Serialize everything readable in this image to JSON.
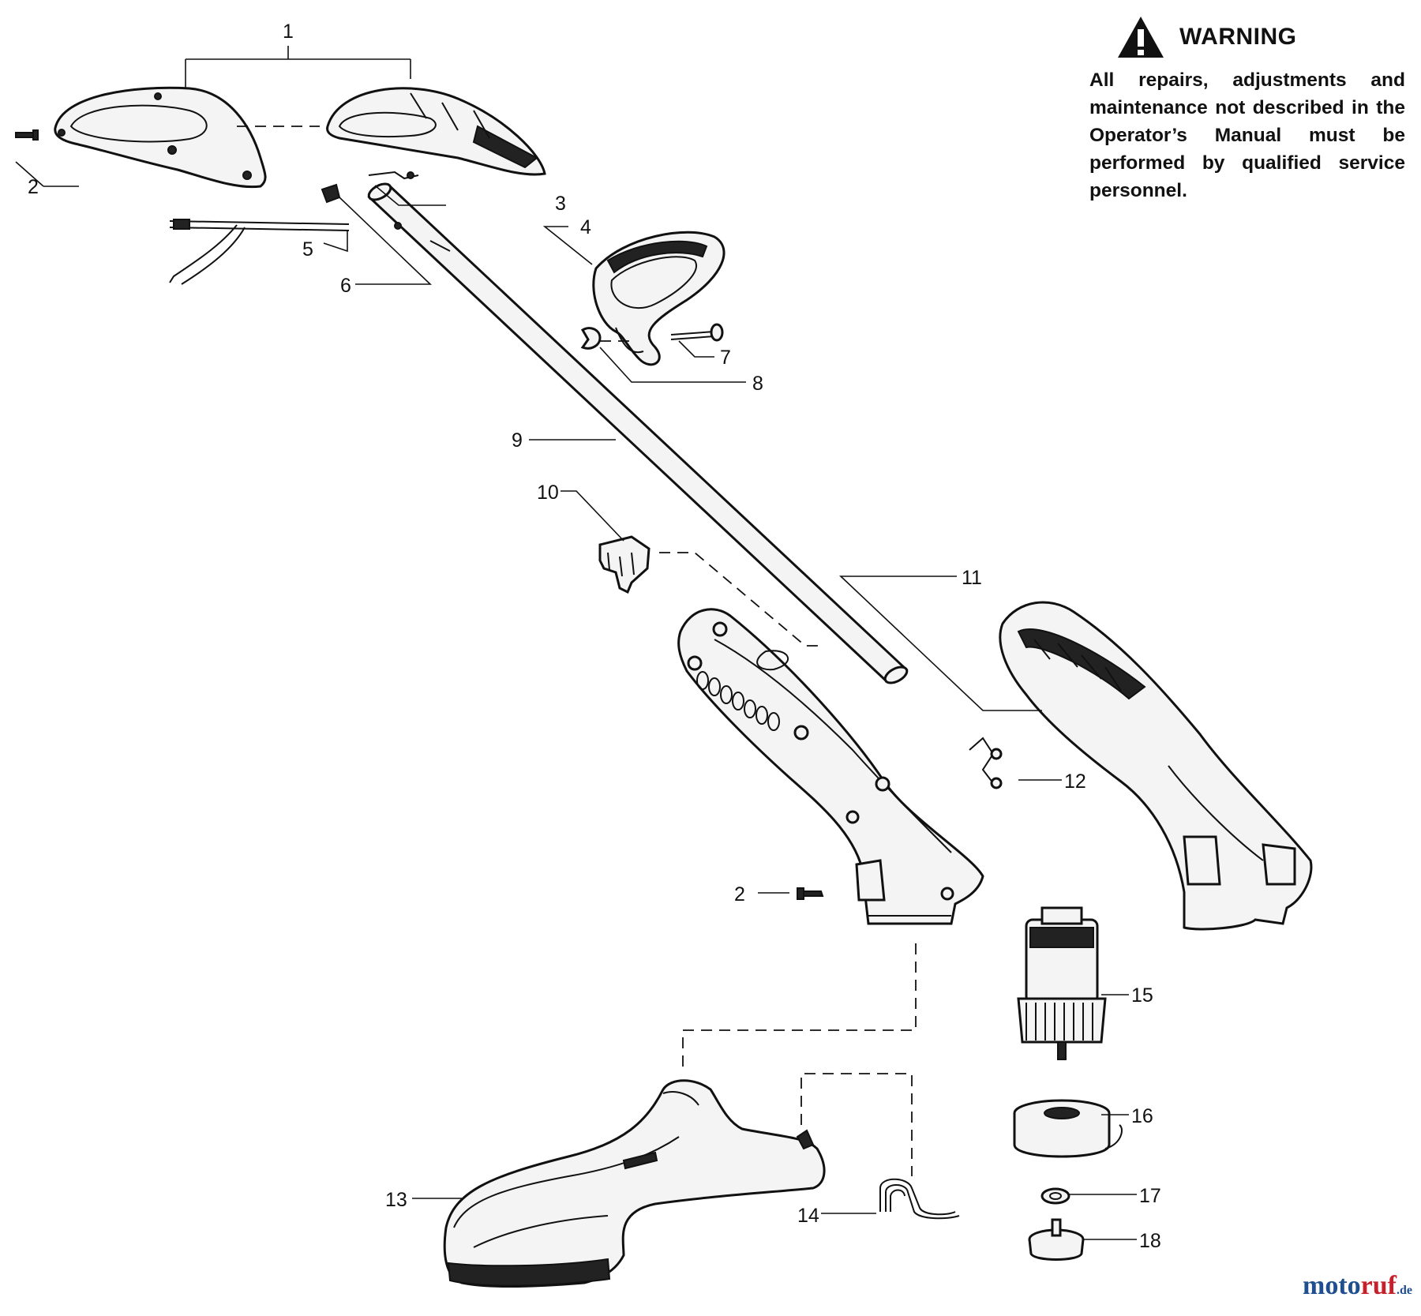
{
  "warning": {
    "title": "WARNING",
    "text": "All repairs, adjustments and maintenance not described in the Operator’s Manual must be performed by qualified service personnel.",
    "icon": "warning-triangle-icon"
  },
  "parts": [
    {
      "id": "1",
      "label": "1"
    },
    {
      "id": "2",
      "label": "2"
    },
    {
      "id": "2b",
      "label": "2"
    },
    {
      "id": "3",
      "label": "3"
    },
    {
      "id": "4",
      "label": "4"
    },
    {
      "id": "5",
      "label": "5"
    },
    {
      "id": "6",
      "label": "6"
    },
    {
      "id": "7",
      "label": "7"
    },
    {
      "id": "8",
      "label": "8"
    },
    {
      "id": "9",
      "label": "9"
    },
    {
      "id": "10",
      "label": "10"
    },
    {
      "id": "11",
      "label": "11"
    },
    {
      "id": "12",
      "label": "12"
    },
    {
      "id": "13",
      "label": "13"
    },
    {
      "id": "14",
      "label": "14"
    },
    {
      "id": "15",
      "label": "15"
    },
    {
      "id": "16",
      "label": "16"
    },
    {
      "id": "17",
      "label": "17"
    },
    {
      "id": "18",
      "label": "18"
    }
  ],
  "watermark": {
    "brand_a": "moto",
    "brand_b": "ruf",
    "suffix": ".de",
    "color_a": "#1f4f8f",
    "color_b": "#c8202a"
  }
}
